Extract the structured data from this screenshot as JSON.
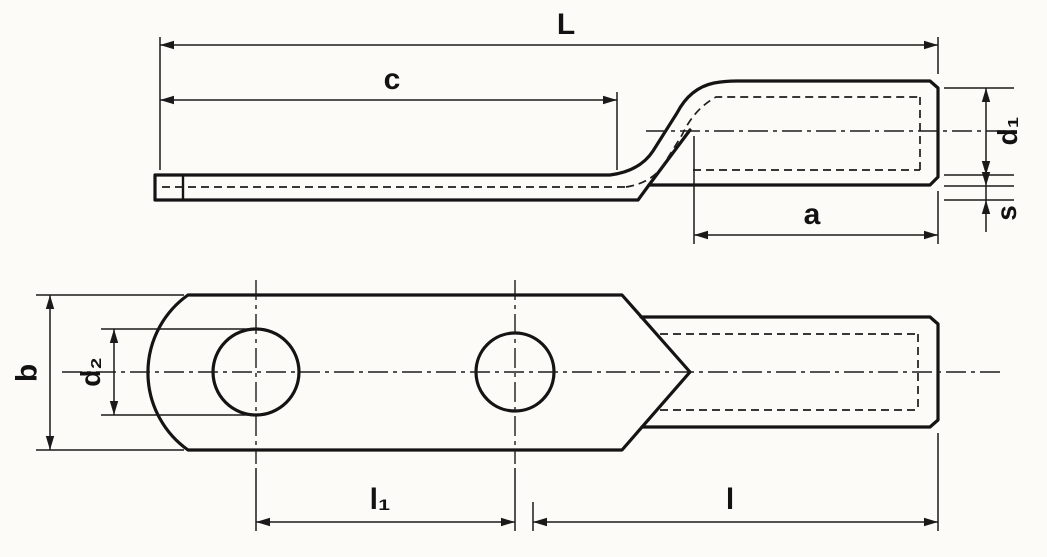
{
  "drawing": {
    "subject": "two-hole-cable-lug-dimensional-drawing",
    "background_color": "#fcfbf7",
    "line_color": "#141414",
    "labels": {
      "overall_length": "L",
      "tongue_length": "c",
      "barrel_top_length": "a",
      "barrel_inner_diameter": "d₁",
      "material_thickness": "s",
      "tongue_width": "b",
      "hole_diameter": "d₂",
      "hole_center_spacing": "l₁",
      "barrel_length": "l"
    }
  }
}
